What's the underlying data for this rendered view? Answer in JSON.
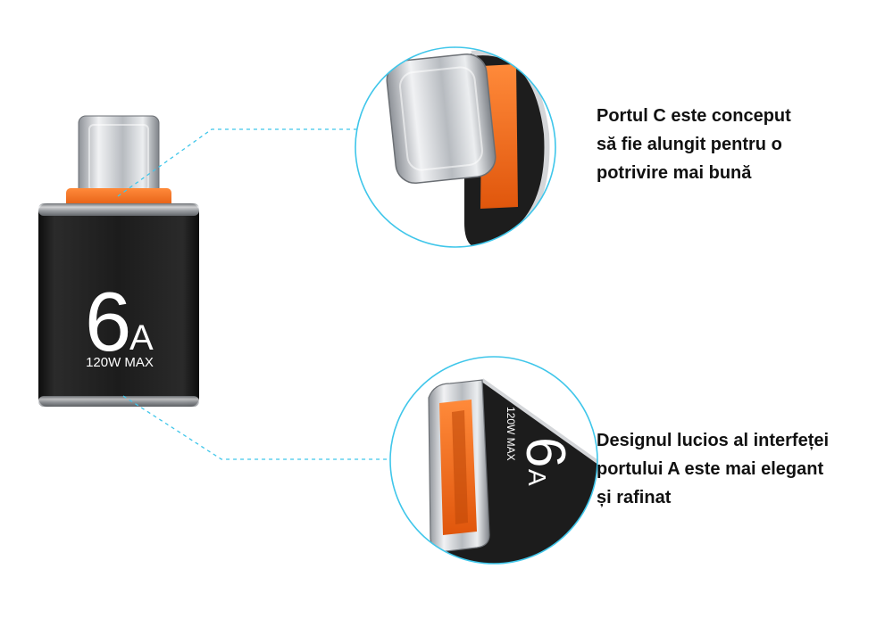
{
  "adapter": {
    "big_digit": "6",
    "big_letter": "A",
    "rating": "120W MAX"
  },
  "captions": {
    "usb_c": "Portul C este conceput\nsă fie alungit pentru o\npotrivire mai bună",
    "usb_a": "Designul lucios al interfeței\nportului A este mai elegant\nși rafinat"
  },
  "colors": {
    "accent_orange": "#f26a1b",
    "body_black": "#1b1b1b",
    "callout_cyan": "#3fc6ea",
    "metal_silver": "#c9ccd0"
  }
}
